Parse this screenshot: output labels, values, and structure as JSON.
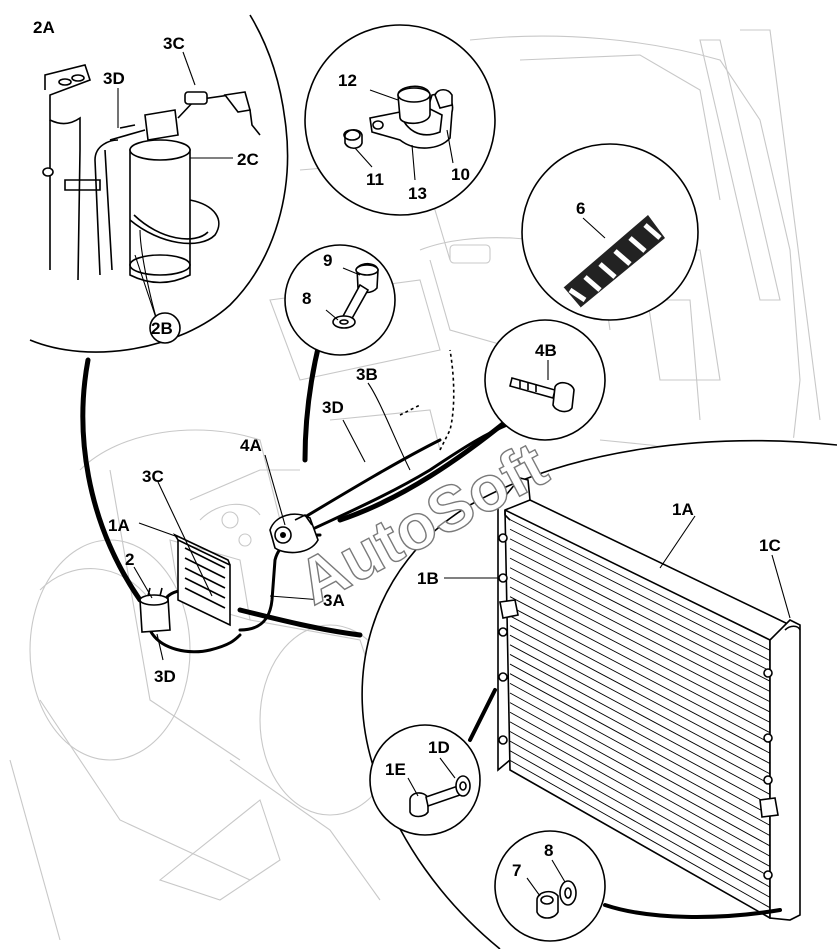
{
  "callouts": {
    "c2A": "2A",
    "c3D_top": "3D",
    "c3C_top": "3C",
    "c2C": "2C",
    "c2B": "2B",
    "c12": "12",
    "c10": "10",
    "c11": "11",
    "c13": "13",
    "c6": "6",
    "c9": "9",
    "c8_top": "8",
    "c4B": "4B",
    "c3B": "3B",
    "c3D_mid": "3D",
    "c4A": "4A",
    "c3C_mid": "3C",
    "c1A_left": "1A",
    "c2": "2",
    "c3A": "3A",
    "c3D_low": "3D",
    "c1A_right": "1A",
    "c1B": "1B",
    "c1C": "1C",
    "c1D": "1D",
    "c1E": "1E",
    "c7": "7",
    "c8_low": "8"
  },
  "watermark": "AutoSoft"
}
